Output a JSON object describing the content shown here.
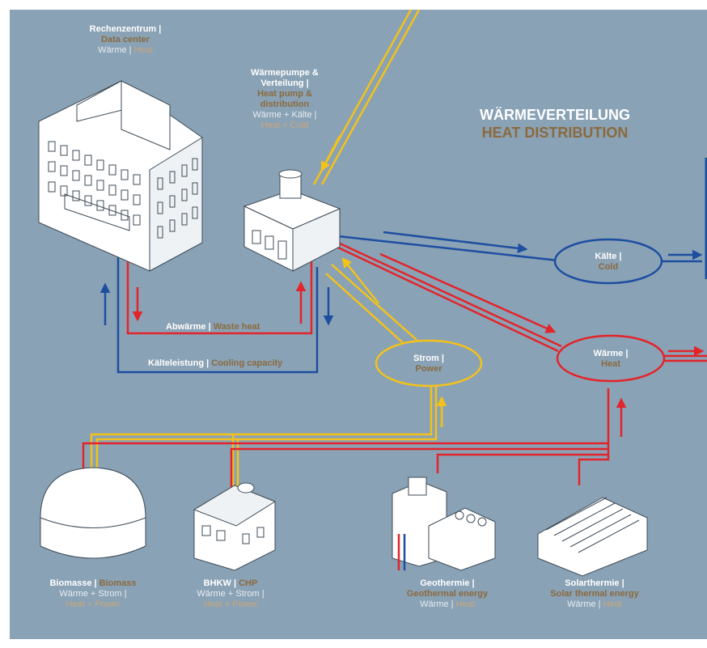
{
  "title": {
    "de": "WÄRMEVERTEILUNG",
    "en": "HEAT DISTRIBUTION"
  },
  "nodes": {
    "datacenter": {
      "name_de": "Rechenzentrum |",
      "name_en": "Data center",
      "sub_de": "Wärme |",
      "sub_en": "Heat"
    },
    "heatpump": {
      "l1": "Wärmepumpe &",
      "l2": "Verteilung |",
      "l3": "Heat pump &",
      "l4": "distribution",
      "l5": "Wärme + Kälte |",
      "l6": "Heat + Cold"
    },
    "cold": {
      "de": "Kälte |",
      "en": "Cold"
    },
    "heat": {
      "de": "Wärme |",
      "en": "Heat"
    },
    "power": {
      "de": "Strom |",
      "en": "Power"
    },
    "biomass": {
      "name_de": "Biomasse |",
      "name_en": "Biomass",
      "sub_de": "Wärme + Strom |",
      "sub_en": "Heat + Power"
    },
    "chp": {
      "name_de": "BHKW |",
      "name_en": "CHP",
      "sub_de": "Wärme + Strom |",
      "sub_en": "Heat + Power"
    },
    "geothermal": {
      "name_de": "Geothermie |",
      "name_en": "Geothermal energy",
      "sub_de": "Wärme |",
      "sub_en": "Heat"
    },
    "solar": {
      "name_de": "Solarthermie |",
      "name_en": "Solar thermal energy",
      "sub_de": "Wärme |",
      "sub_en": "Heat"
    }
  },
  "flows": {
    "waste_heat": {
      "de": "Abwärme |",
      "en": "Waste heat"
    },
    "cooling": {
      "de": "Kälteleistung |",
      "en": "Cooling capacity"
    }
  },
  "colors": {
    "background": "#8aa2b5",
    "heat": "#e3242b",
    "cold": "#1d4ea0",
    "power": "#f2c21b",
    "accent": "#8a6a3e",
    "white": "#ffffff"
  }
}
